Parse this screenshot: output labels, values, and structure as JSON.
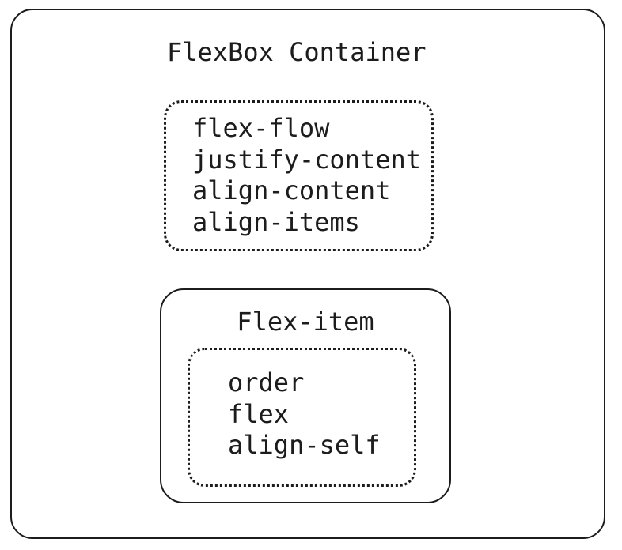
{
  "diagram": {
    "flexbox_container": {
      "title": "FlexBox Container",
      "properties": [
        "flex-flow",
        "justify-content",
        "align-content",
        "align-items"
      ]
    },
    "flex_item": {
      "title": "Flex-item",
      "properties": [
        "order",
        "flex",
        "align-self"
      ]
    },
    "colors": {
      "line": "#1c1c1c",
      "text": "#1c1c1c",
      "background": "#ffffff"
    }
  }
}
